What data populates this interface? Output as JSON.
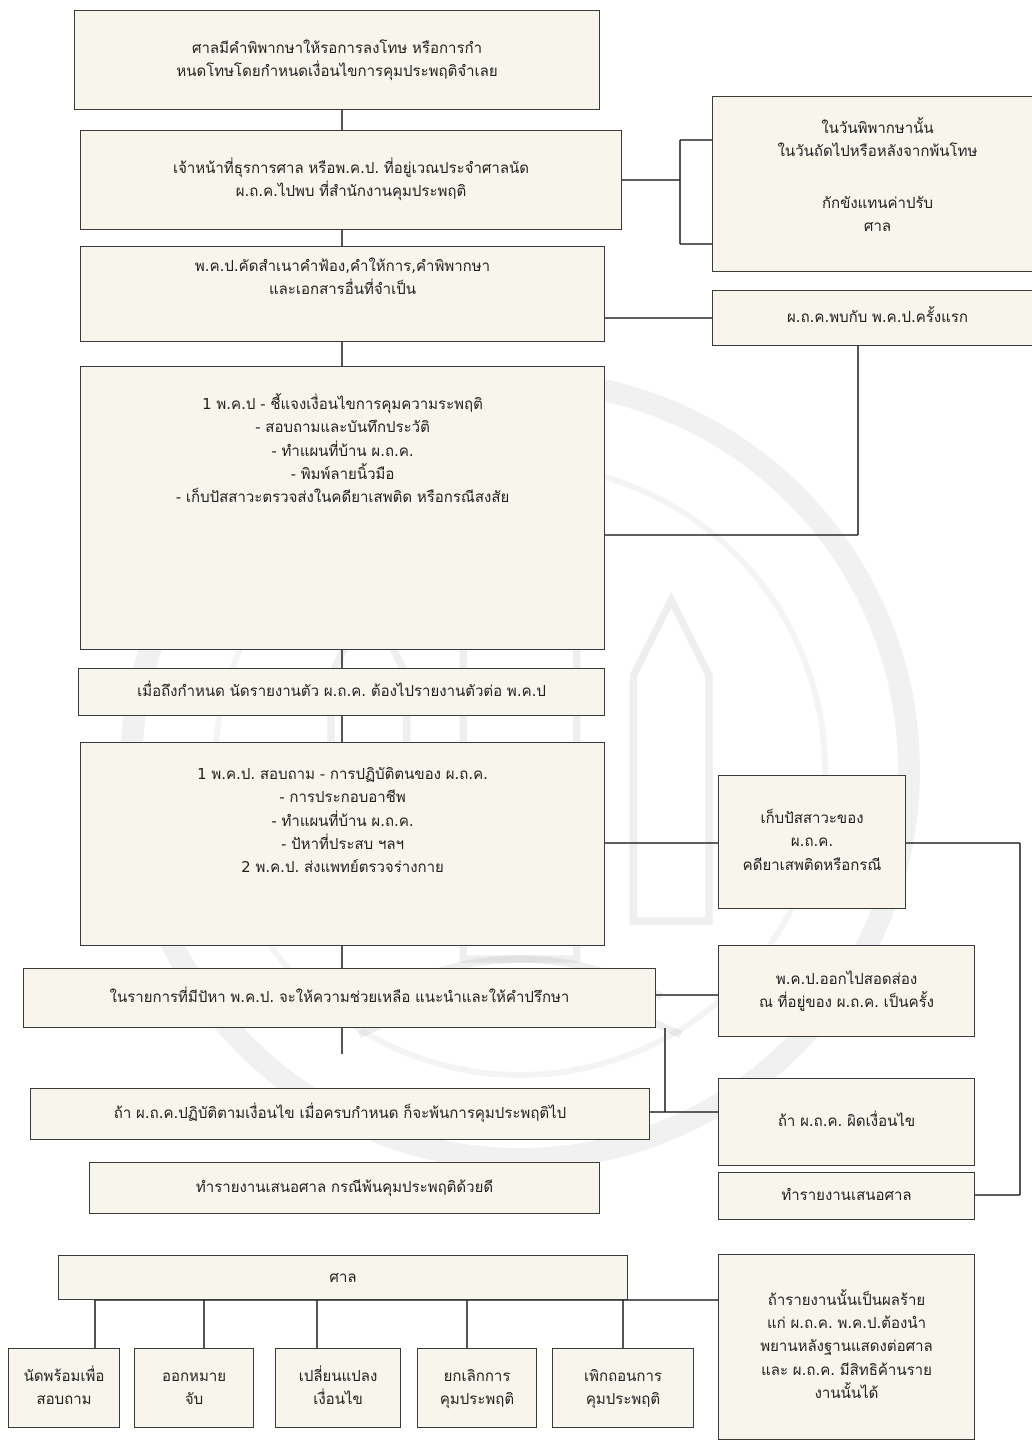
{
  "boxes": {
    "b1": [
      "ศาลมีคำพิพากษาให้รอการลงโทษ หรือการกำ",
      "หนดโทษโดยกำหนดเงื่อนไขการคุมประพฤติจำเลย"
    ],
    "b2": [
      "เจ้าหน้าที่ธุรการศาล หรือพ.ค.ป. ที่อยู่เวณประจำศาลนัด",
      "ผ.ถ.ค.ไปพบ ที่สำนักงานคุมประพฤติ"
    ],
    "b3": [
      "พ.ค.ป.คัดสำเนาคำฟ้อง,คำให้การ,คำพิพากษา",
      "และเอกสารอื่นที่จำเป็น"
    ],
    "b4": [
      "1 พ.ค.ป -     ชี้แจงเงื่อนไขการคุมความระพฤติ",
      "- สอบถามและบันทึกประวัติ",
      "- ทำแผนที่บ้าน ผ.ถ.ค.",
      "- พิมพ์ลายนิ้วมือ",
      "- เก็บปัสสาวะตรวจส่งในคดียาเสพติด หรือกรณีสงสัย"
    ],
    "b5": [
      "เมื่อถึงกำหนด นัดรายงานตัว ผ.ถ.ค. ต้องไปรายงานตัวต่อ พ.ค.ป"
    ],
    "b6": [
      "1 พ.ค.ป. สอบถาม - การปฏิบัติตนของ ผ.ถ.ค.",
      "- การประกอบอาชีพ",
      "- ทำแผนที่บ้าน ผ.ถ.ค.",
      "- ปัหาที่ประสบ    ฯลฯ",
      "2 พ.ค.ป. ส่งแพทย์ตรวจร่างกาย"
    ],
    "b7": [
      "ในรายการที่มีปัหา    พ.ค.ป. จะให้ความช่วยเหลือ  แนะนำและให้คำปรึกษา"
    ],
    "b8": [
      "ถ้า ผ.ถ.ค.ปฏิบัติตามเงื่อนไข  เมื่อครบกำหนด  ก็จะพ้นการคุมประพฤติไป"
    ],
    "b9": [
      "ทำรายงานเสนอศาล  กรณีพ้นคุมประพฤติด้วยดี"
    ],
    "court": [
      "ศาล"
    ],
    "r1_top": [
      "ในวันพิพากษานั้น",
      "ในวันถัดไปหรือหลังจากพ้นโทษ"
    ],
    "r1_bottom": [
      "กักขังแทนค่าปรับ",
      "ศาล"
    ],
    "r2": [
      "ผ.ถ.ค.พบกับ พ.ค.ป.ครั้งแรก"
    ],
    "r3": [
      "เก็บปัสสาวะของ",
      "ผ.ถ.ค.",
      "คดียาเสพติดหรือกรณี"
    ],
    "r4": [
      "พ.ค.ป.ออกไปสอดส่อง",
      "ณ ที่อยู่ของ ผ.ถ.ค. เป็นครั้ง"
    ],
    "r5": [
      "ถ้า ผ.ถ.ค. ผิดเงื่อนไข"
    ],
    "r6": [
      "ทำรายงานเสนอศาล"
    ],
    "r7": [
      "ถ้ารายงานนั้นเป็นผลร้าย",
      "แก่ ผ.ถ.ค.  พ.ค.ป.ต้องนำ",
      "พยานหลังฐานแสดงต่อศาล",
      "และ  ผ.ถ.ค. มีสิทธิค้านราย",
      "งานนั้นได้"
    ],
    "o1": [
      "นัดพร้อมเพื่อ",
      "สอบถาม"
    ],
    "o2": [
      "ออกหมาย",
      "จับ"
    ],
    "o3": [
      "เปลี่ยนแปลง",
      "เงื่อนไข"
    ],
    "o4": [
      "ยกเลิกการ",
      "คุมประพฤติ"
    ],
    "o5": [
      "เพิกถอนการ",
      "คุมประพฤติ"
    ]
  },
  "colors": {
    "box_fill": "#f8f6ec",
    "line": "#2a2a2a"
  }
}
